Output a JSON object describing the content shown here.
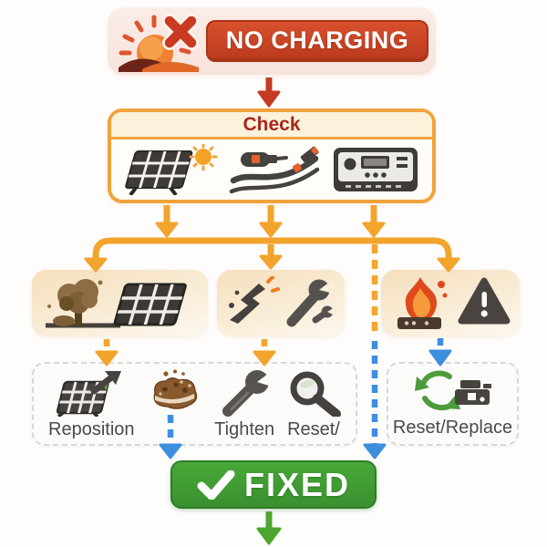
{
  "banner": {
    "label": "NO CHARGING",
    "icon": "sun-blocked-icon"
  },
  "check": {
    "title": "Check",
    "icons": [
      "solar-panel-sun-icon",
      "cable-connectors-icon",
      "charge-controller-icon"
    ]
  },
  "problems": [
    {
      "id": "panel-shading",
      "icons": [
        "tree-icon",
        "tilted-solar-panel-icon"
      ]
    },
    {
      "id": "broken-wiring",
      "icons": [
        "broken-cable-icon",
        "wrench-icon"
      ]
    },
    {
      "id": "controller-overheat",
      "icons": [
        "fire-device-icon",
        "warning-triangle-icon"
      ]
    }
  ],
  "actions": {
    "left": {
      "items": [
        {
          "label": "Reposition",
          "icon": "solar-panel-arrow-icon"
        },
        {
          "label": "",
          "icon": "sponge-icon"
        },
        {
          "label": "Tighten",
          "icon": "wrench-icon"
        },
        {
          "label": "Reset/",
          "icon": "magnifier-icon"
        }
      ]
    },
    "right": {
      "items": [
        {
          "label": "Reset/Replace",
          "icon": "replace-device-icon"
        }
      ]
    }
  },
  "result": {
    "label": "FIXED",
    "icon": "checkmark-icon"
  },
  "palette": {
    "banner_red": "#c8432a",
    "banner_container": "#fae9e3",
    "arrow_red": "#c23b22",
    "arrow_orange": "#f2a42c",
    "arrow_blue": "#3e8ee0",
    "arrow_green": "#4ca62f",
    "check_border": "#f0a33c",
    "check_header_bg": "#fcf2dc",
    "check_title_color": "#a8271b",
    "problem_box_bg": "#f5dfbd",
    "action_box_bg": "#fbfbfa",
    "action_label_color": "#4a4a4a",
    "fixed_green": "#3f9c33"
  }
}
